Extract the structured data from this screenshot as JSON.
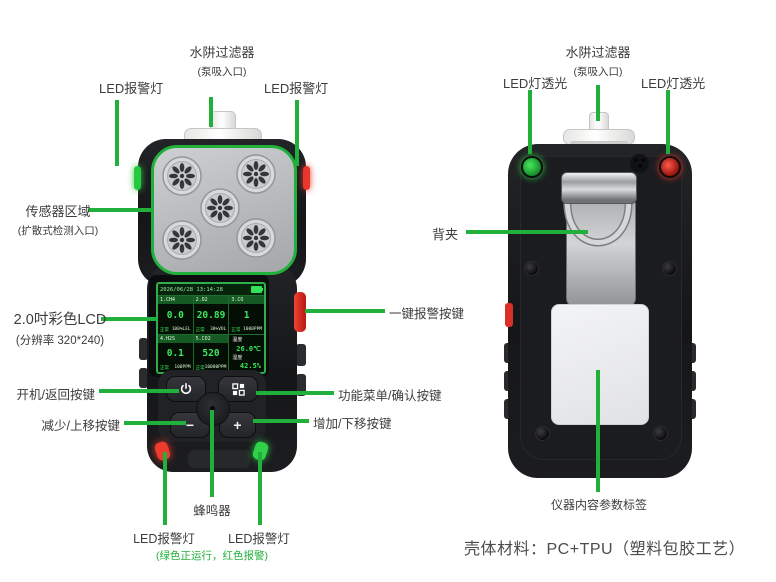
{
  "colors": {
    "accent_green": "#22b03c",
    "alarm_red": "#e8362c",
    "screen_green": "#3ae95e"
  },
  "front_view": {
    "labels": {
      "filter": "水阱过滤器",
      "filter_sub": "(泵吸入口)",
      "led_top_left": "LED报警灯",
      "led_top_right": "LED报警灯",
      "sensor_area": "传感器区域",
      "sensor_area_sub": "(扩散式检测入口)",
      "lcd": "2.0吋彩色LCD",
      "lcd_sub": "(分辨率 320*240)",
      "power_key": "开机/返回按键",
      "minus_key": "减少/上移按键",
      "alarm_key": "一键报警按键",
      "menu_key": "功能菜单/确认按键",
      "plus_key": "增加/下移按键",
      "buzzer": "蜂鸣器",
      "led_bottom_left": "LED报警灯",
      "led_bottom_right": "LED报警灯",
      "led_note": "(绿色正运行，红色报警)"
    },
    "screen": {
      "datetime": "2026/06/28 13:14:28",
      "cells": [
        {
          "title": "1.CH4",
          "value": "0.0",
          "status": "正常",
          "range": "100%LEL"
        },
        {
          "title": "2.O2",
          "value": "20.89",
          "status": "正常",
          "range": "30%VOL"
        },
        {
          "title": "3.CO",
          "value": "1",
          "status": "正常",
          "range": "1000PPM"
        },
        {
          "title": "4.H2S",
          "value": "0.1",
          "status": "正常",
          "range": "100PPM"
        },
        {
          "title": "5.CO2",
          "value": "520",
          "status": "正常",
          "range": "10000PPM"
        }
      ],
      "env": {
        "temp_label": "温度",
        "temp_value": "26.0℃",
        "hum_label": "湿度",
        "hum_value": "42.5%"
      }
    },
    "keys": {
      "minus": "−",
      "plus": "+"
    }
  },
  "back_view": {
    "labels": {
      "filter": "水阱过滤器",
      "filter_sub": "(泵吸入口)",
      "led_left": "LED灯透光",
      "led_right": "LED灯透光",
      "clip": "背夹",
      "param_label": "仪器内容参数标签"
    }
  },
  "footer": {
    "material": "壳体材料：PC+TPU（塑料包胶工艺）"
  }
}
